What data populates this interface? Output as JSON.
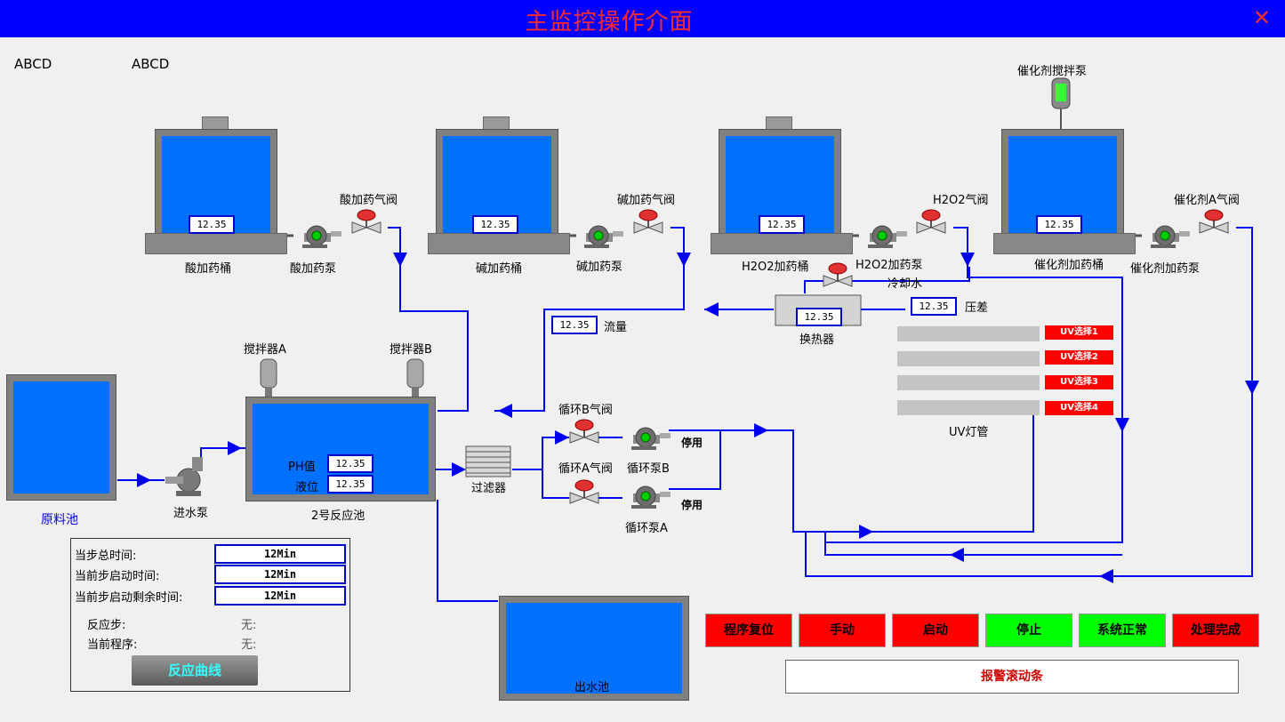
{
  "window": {
    "title": "主监控操作介面",
    "close": "✕"
  },
  "header": {
    "label1": "ABCD",
    "label2": "ABCD"
  },
  "tanks": {
    "acid": "酸加药桶",
    "base": "碱加药桶",
    "h2o2": "H2O2加药桶",
    "catalyst": "催化剂加药桶",
    "raw": "原料池",
    "reactor": "2号反应池",
    "outlet": "出水池"
  },
  "pumps": {
    "acid": "酸加药泵",
    "base": "碱加药泵",
    "h2o2": "H2O2加药泵",
    "catalyst": "催化剂加药泵",
    "inlet": "进水泵",
    "circA": "循环泵A",
    "circB": "循环泵B",
    "stirrer": "催化剂搅拌泵"
  },
  "valves": {
    "acid": "酸加药气阀",
    "base": "碱加药气阀",
    "h2o2": "H2O2气阀",
    "catalyst": "催化剂A气阀",
    "cooling": "冷却水",
    "circB": "循环B气阀",
    "circA": "循环A气阀"
  },
  "mixers": {
    "a": "搅拌器A",
    "b": "搅拌器B"
  },
  "values": {
    "acid": "12.35",
    "base": "12.35",
    "h2o2": "12.35",
    "catalyst": "12.35",
    "flow": "12.35",
    "heat": "12.35",
    "pressure": "12.35",
    "ph": "12.35",
    "level": "12.35"
  },
  "labels": {
    "flow": "流量",
    "heat_exchanger": "换热器",
    "pressure": "压差",
    "ph": "PH值",
    "level": "液位",
    "filter": "过滤器",
    "uv_lamp": "UV灯管",
    "stopB": "停用",
    "stopA": "停用"
  },
  "uv": [
    "UV选择1",
    "UV选择2",
    "UV选择3",
    "UV选择4"
  ],
  "panel": {
    "total_time_label": "当步总时间:",
    "total_time": "12Min",
    "start_time_label": "当前步启动时间:",
    "start_time": "12Min",
    "remain_time_label": "当前步启动剩余时间:",
    "remain_time": "12Min",
    "step_label": "反应步:",
    "step_value": "无:",
    "program_label": "当前程序:",
    "program_value": "无:",
    "curve_button": "反应曲线"
  },
  "buttons": [
    {
      "label": "程序复位",
      "color": "#ff0000"
    },
    {
      "label": "手动",
      "color": "#ff0000"
    },
    {
      "label": "启动",
      "color": "#ff0000"
    },
    {
      "label": "停止",
      "color": "#00ff00"
    },
    {
      "label": "系统正常",
      "color": "#00ff00"
    },
    {
      "label": "处理完成",
      "color": "#ff0000"
    }
  ],
  "alarm": {
    "label": "报警滚动条"
  }
}
